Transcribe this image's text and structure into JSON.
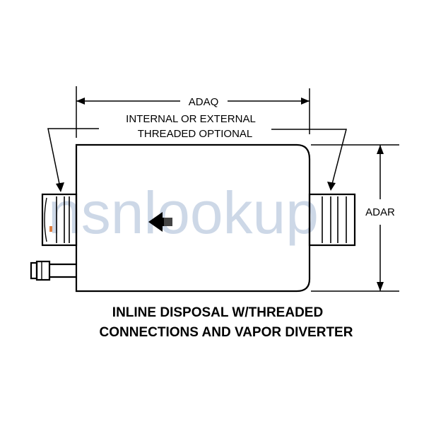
{
  "dimensions": {
    "width_label": "ADAQ",
    "height_label": "ADAR"
  },
  "note": {
    "line1": "INTERNAL OR EXTERNAL",
    "line2": "THREADED OPTIONAL"
  },
  "caption": {
    "line1": "INLINE DISPOSAL W/THREADED",
    "line2": "CONNECTIONS AND VAPOR DIVERTER"
  },
  "watermark": {
    "text": "nsnlookup",
    "color": "#b9c8de"
  },
  "colors": {
    "line": "#000000",
    "accent_dot": "#e08040"
  },
  "icons": {
    "flow_arrow": "arrow-left-icon"
  }
}
